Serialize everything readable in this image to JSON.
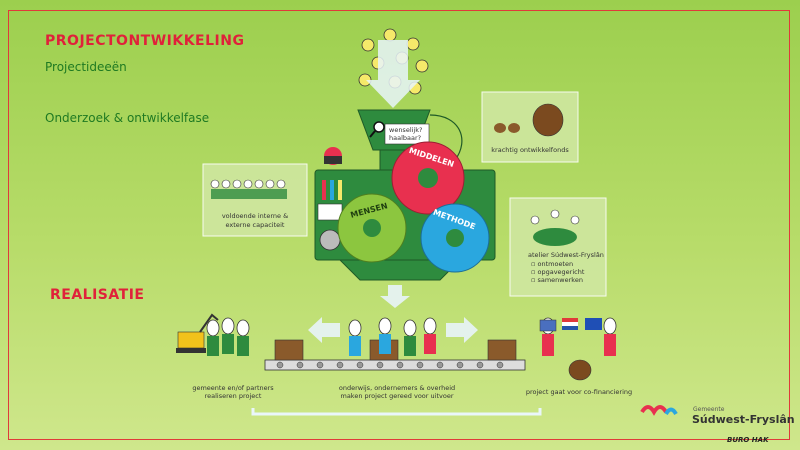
{
  "headings": {
    "projectontwikkeling": "PROJECTONTWIKKELING",
    "projectideeen": "Projectideeën",
    "onderzoek": "Onderzoek & ontwikkelfase",
    "realisatie": "REALISATIE"
  },
  "funnel_tags": [
    "wenselijk?",
    "haalbaar?"
  ],
  "gears": {
    "middelen": "MIDDELEN",
    "mensen": "MENSEN",
    "methode": "METHODE"
  },
  "boxes": {
    "ontwikkelfonds": "krachtig ontwikkelfonds",
    "capaciteit_line1": "voldoende interne &",
    "capaciteit_line2": "externe capaciteit",
    "atelier_title": "atelier Súdwest-Fryslân",
    "atelier_items": [
      "ontmoeten",
      "opgavegericht",
      "samenwerken"
    ]
  },
  "captions": {
    "partners_line1": "gemeente en/of partners",
    "partners_line2": "realiseren project",
    "onderwijs_line1": "onderwijs, ondernemers & overheid",
    "onderwijs_line2": "maken project gereed voor uitvoer",
    "cofinanciering": "project gaat voor co-financiering"
  },
  "logo": {
    "small": "Gemeente",
    "name": "Súdwest-Fryslân"
  },
  "signature": "BURO HAK",
  "colors": {
    "frame": "#e03a3a",
    "heading_red": "#e0213a",
    "heading_green": "#1f7a22",
    "gear_red": "#e8304f",
    "gear_green": "#8cc63f",
    "gear_blue": "#2aa7df",
    "machine": "#2e8b3e"
  }
}
